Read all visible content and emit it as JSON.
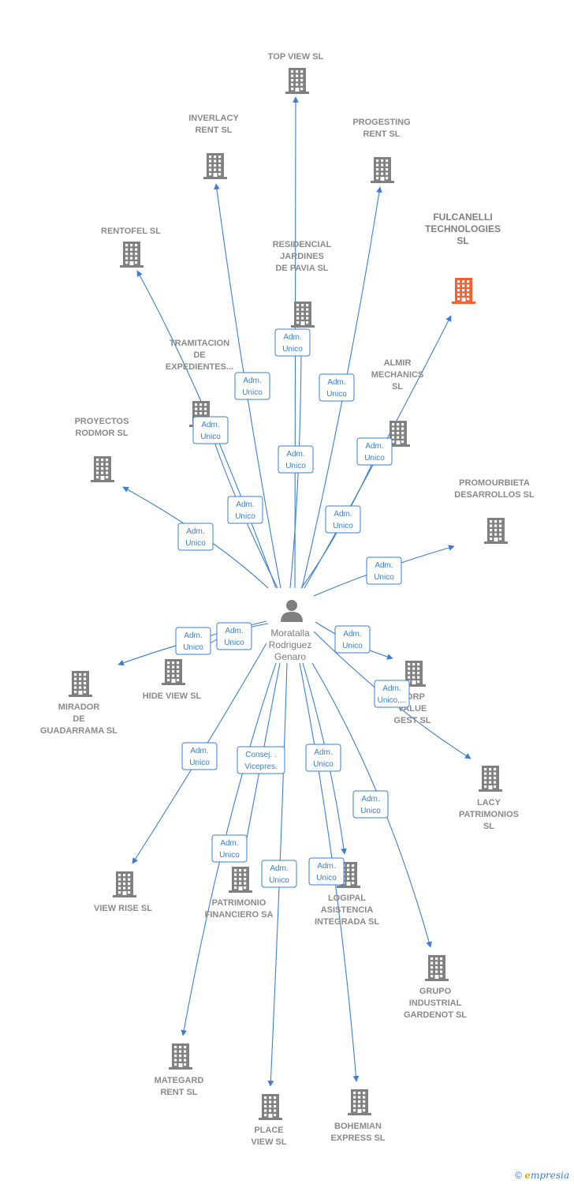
{
  "colors": {
    "edge": "#3a7fd5",
    "building": "#808080",
    "building_highlight": "#f26232",
    "person": "#7f7f7f"
  },
  "center": {
    "id": "center",
    "label": [
      "Moratalla",
      "Rodriguez",
      "Genaro"
    ],
    "icon": "person-icon"
  },
  "companies": [
    {
      "id": "top-view",
      "label": [
        "TOP VIEW SL"
      ]
    },
    {
      "id": "inverlacy",
      "label": [
        "INVERLACY",
        "RENT SL"
      ]
    },
    {
      "id": "progesting",
      "label": [
        "PROGESTING",
        "RENT  SL"
      ]
    },
    {
      "id": "rentofel",
      "label": [
        "RENTOFEL  SL"
      ]
    },
    {
      "id": "fulcanelli",
      "label": [
        "FULCANELLI",
        "TECHNOLOGIES",
        "SL"
      ],
      "highlight": true
    },
    {
      "id": "residencial",
      "label": [
        "RESIDENCIAL",
        "JARDINES",
        "DE PAVIA SL"
      ]
    },
    {
      "id": "tramitacion",
      "label": [
        "TRAMITACION",
        "DE",
        "EXPEDIENTES..."
      ]
    },
    {
      "id": "almir",
      "label": [
        "ALMIR",
        "MECHANICS",
        "SL"
      ]
    },
    {
      "id": "proyectos",
      "label": [
        "PROYECTOS",
        "RODMOR SL"
      ]
    },
    {
      "id": "promourbieta",
      "label": [
        "PROMOURBIETA",
        "DESARROLLOS SL"
      ]
    },
    {
      "id": "mirador",
      "label": [
        "MIRADOR",
        "DE",
        "GUADARRAMA SL"
      ]
    },
    {
      "id": "hide-view",
      "label": [
        "HIDE VIEW  SL"
      ]
    },
    {
      "id": "corp-value",
      "label": [
        "CORP",
        "VALUE",
        "GEST SL"
      ]
    },
    {
      "id": "lacy",
      "label": [
        "LACY",
        "PATRIMONIOS",
        "SL"
      ]
    },
    {
      "id": "view-rise",
      "label": [
        "VIEW RISE SL"
      ]
    },
    {
      "id": "patrimonio",
      "label": [
        "PATRIMONIO",
        "FINANCIERO SA"
      ]
    },
    {
      "id": "logipal",
      "label": [
        "LOGIPAL",
        "ASISTENCIA",
        "INTEGRADA SL"
      ]
    },
    {
      "id": "gardenot",
      "label": [
        "GRUPO",
        "INDUSTRIAL",
        "GARDENOT  SL"
      ]
    },
    {
      "id": "mategard",
      "label": [
        "MATEGARD",
        "RENT SL"
      ]
    },
    {
      "id": "place-view",
      "label": [
        "PLACE",
        "VIEW SL"
      ]
    },
    {
      "id": "bohemian",
      "label": [
        "BOHEMIAN",
        "EXPRESS SL"
      ]
    }
  ],
  "relations": [
    {
      "to": "top-view",
      "label": [
        "Adm.",
        "Unico"
      ]
    },
    {
      "to": "residencial",
      "label": [
        "Adm.",
        "Unico"
      ]
    },
    {
      "to": "inverlacy",
      "label": [
        "Adm.",
        "Unico"
      ]
    },
    {
      "to": "progesting",
      "label": [
        "Adm.",
        "Unico"
      ]
    },
    {
      "to": "tramitacion",
      "label": [
        "Adm.",
        "Unico"
      ]
    },
    {
      "to": "rentofel",
      "label": [
        "Adm.",
        "Unico"
      ]
    },
    {
      "to": "fulcanelli",
      "label": [
        "Adm.",
        "Unico"
      ]
    },
    {
      "to": "almir",
      "label": [
        "Adm.",
        "Unico"
      ]
    },
    {
      "to": "proyectos",
      "label": [
        "Adm.",
        "Unico"
      ]
    },
    {
      "to": "promourbieta",
      "label": [
        "Adm.",
        "Unico"
      ]
    },
    {
      "to": "mirador",
      "label": [
        "Adm.",
        "Unico"
      ]
    },
    {
      "to": "hide-view",
      "label": [
        "Adm.",
        "Unico"
      ]
    },
    {
      "to": "corp-value",
      "label": [
        "Adm.",
        "Unico"
      ]
    },
    {
      "to": "lacy",
      "label": [
        "Adm.",
        "Unico,..."
      ]
    },
    {
      "to": "view-rise",
      "label": [
        "Adm.",
        "Unico"
      ]
    },
    {
      "to": "patrimonio",
      "label": [
        "Consej. .",
        "Vicepres."
      ]
    },
    {
      "to": "mategard",
      "label": [
        "Adm.",
        "Unico"
      ]
    },
    {
      "to": "place-view",
      "label": [
        "Adm.",
        "Unico"
      ]
    },
    {
      "to": "logipal",
      "label": [
        "Adm.",
        "Unico"
      ]
    },
    {
      "to": "bohemian",
      "label": [
        "Adm.",
        "Unico"
      ]
    },
    {
      "to": "gardenot",
      "label": [
        "Adm.",
        "Unico"
      ]
    }
  ],
  "footer": {
    "copyright": "©",
    "brand_initial": "e",
    "brand_rest": "mpresia"
  }
}
